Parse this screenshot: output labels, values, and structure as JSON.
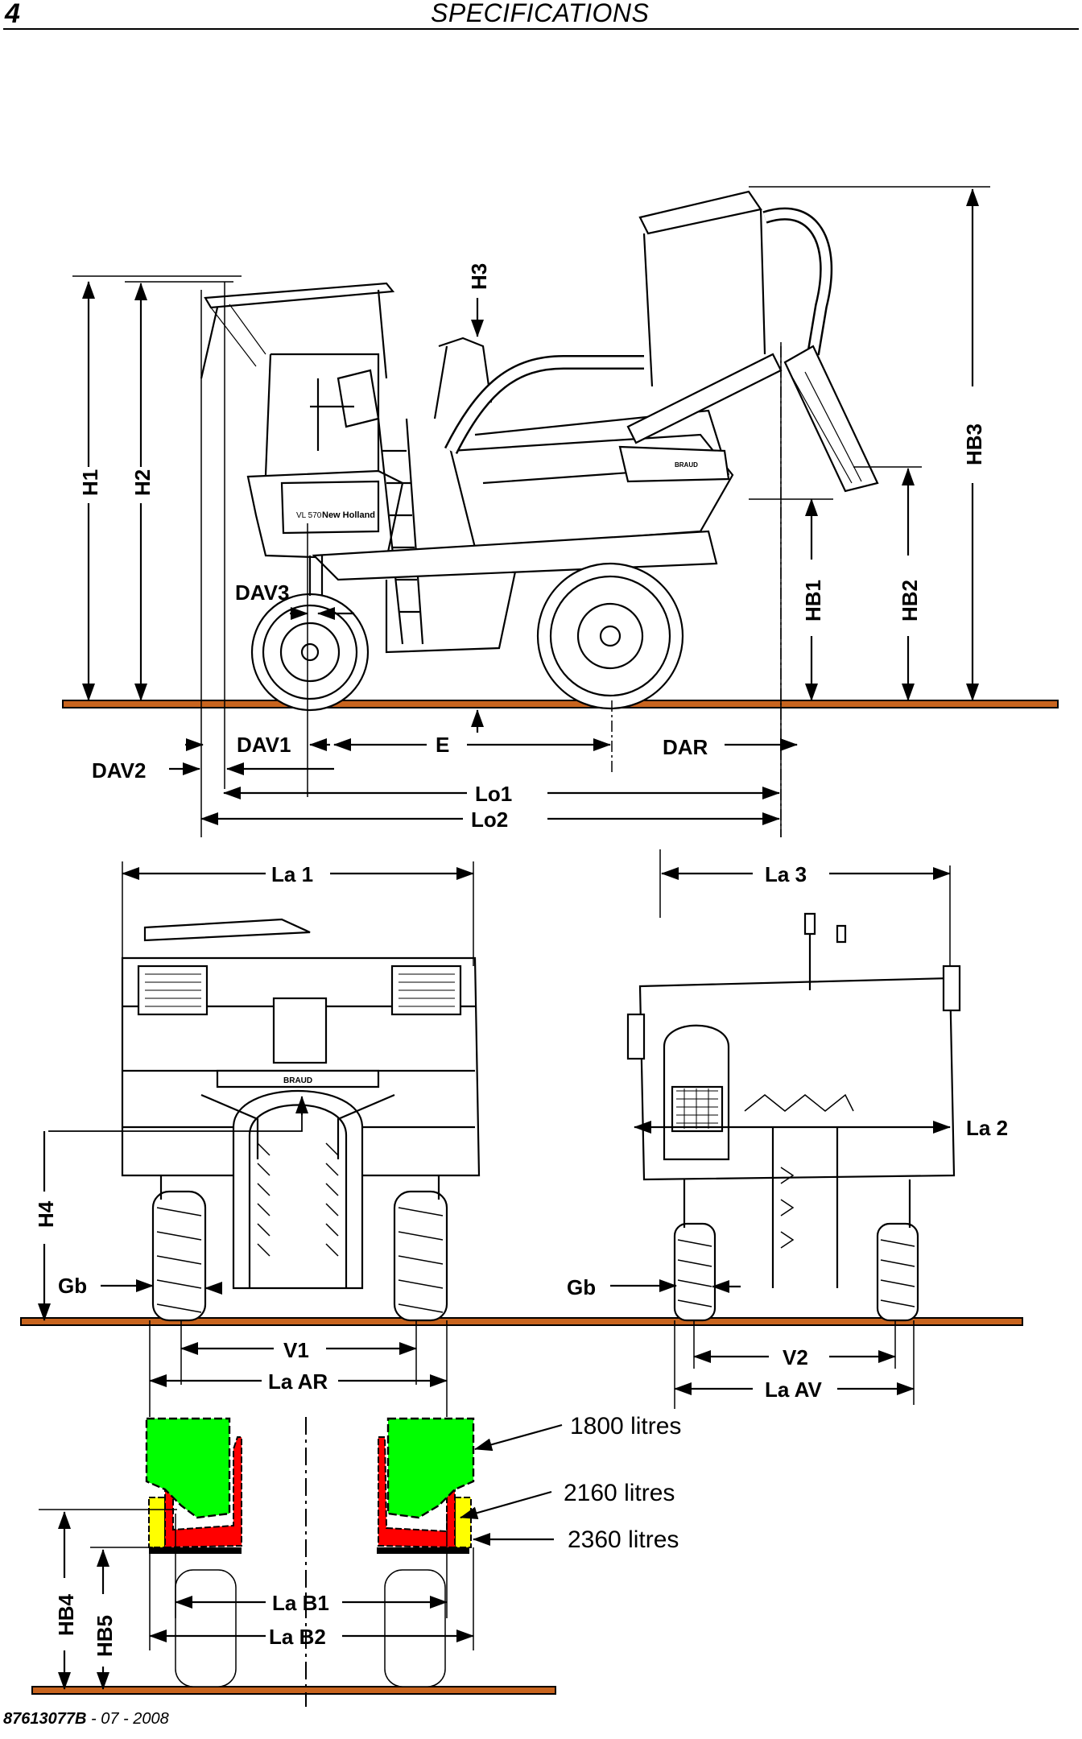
{
  "header": {
    "page_number": "4",
    "title": "SPECIFICATIONS"
  },
  "footer": {
    "doc_code": "87613077B",
    "revision": " - 07 - 2008"
  },
  "side_view": {
    "dimension_labels": {
      "H1": "H1",
      "H2": "H2",
      "H3": "H3",
      "HB1": "HB1",
      "HB2": "HB2",
      "HB3": "HB3",
      "DAV1": "DAV1",
      "DAV2": "DAV2",
      "DAV3": "DAV3",
      "E": "E",
      "DAR": "DAR",
      "Lo1": "Lo1",
      "Lo2": "Lo2"
    },
    "machine_text": {
      "model": "VL 570",
      "brand": "New Holland",
      "bin_brand": "BRAUD"
    }
  },
  "rear_view": {
    "dimension_labels": {
      "La1": "La 1",
      "H4": "H4",
      "Gb": "Gb",
      "V1": "V1",
      "LaAR": "La AR"
    },
    "machine_text": {
      "brand": "BRAUD"
    }
  },
  "front_view": {
    "dimension_labels": {
      "La3": "La 3",
      "La2": "La 2",
      "Gb": "Gb",
      "V2": "V2",
      "LaAV": "La AV"
    }
  },
  "hopper_view": {
    "dimension_labels": {
      "HB4": "HB4",
      "HB5": "HB5",
      "LaB1": "La B1",
      "LaB2": "La B2"
    },
    "capacities": [
      {
        "label": "1800 litres",
        "color": "#00ff00"
      },
      {
        "label": "2160 litres",
        "color": "#ff0000"
      },
      {
        "label": "2360 litres",
        "color": "#ffff00"
      }
    ]
  },
  "colors": {
    "ground": "#c8641e",
    "line": "#000000"
  }
}
